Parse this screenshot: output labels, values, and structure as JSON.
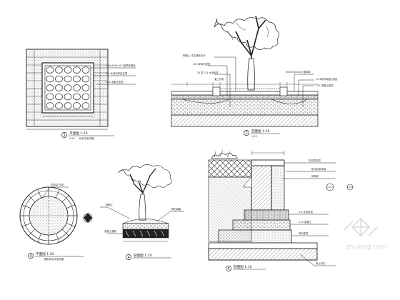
{
  "drawing": {
    "details": [
      {
        "id": "detail-1",
        "number": "1",
        "caption_primary": "平面图 1:20",
        "caption_secondary": "树池平面详图",
        "scale_label": "1:20",
        "callouts": [
          "500x500x100 植草砖铺装",
          "1:3 水泥砂浆结合层",
          "C15 混凝土垫层"
        ]
      },
      {
        "id": "detail-2",
        "number": "2",
        "caption_primary": "剖面图 1:20",
        "caption_secondary": "",
        "scale_label": "1:20",
        "callouts": [
          "种植土 详见绿化设计",
          "100 厚碎石垫层",
          "30 厚 1:3 水泥砂浆",
          "素土夯实",
          "500x500x100 植草砖",
          "15 厚花岗岩板 面层",
          "C15 混凝土垫层"
        ]
      },
      {
        "id": "detail-3",
        "number": "3",
        "caption_primary": "平面图 1:20",
        "caption_secondary": "圆形树池平面详图",
        "scale_label": "",
        "callouts": [
          "花岗岩 压顶"
        ]
      },
      {
        "id": "detail-4",
        "number": "4",
        "caption_primary": "剖面图 1:20",
        "caption_secondary": "",
        "scale_label": "",
        "callouts": [
          "种植土",
          "卵石铺面",
          "混凝土基础"
        ]
      },
      {
        "id": "detail-5",
        "number": "5",
        "caption_primary": "剖面图 1:10",
        "caption_secondary": "",
        "scale_label": "",
        "callouts": [
          "花岗岩压顶",
          "防水砂浆抹面",
          "砖砌体",
          "1:3 水泥砂浆",
          "C15 混凝土",
          "碎石垫层",
          "素土夯实"
        ]
      }
    ],
    "watermark": "zhulong.com",
    "colors": {
      "line": "#222222",
      "watermark": "#d0d0d0",
      "paper": "#ffffff"
    }
  }
}
